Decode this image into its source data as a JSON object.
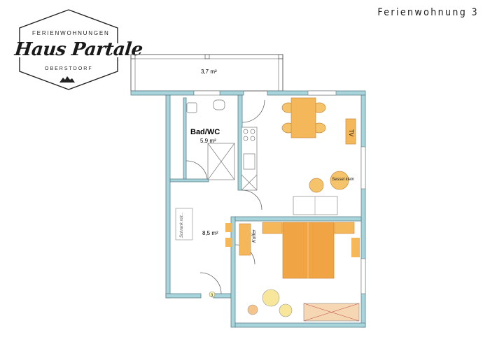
{
  "header": {
    "title": "Ferienwohnung 3"
  },
  "logo": {
    "top_text": "FERIENWOHNUNGEN",
    "main_text": "Haus Partale",
    "bottom_text": "OBERSTDORF",
    "icon": "mountain-icon"
  },
  "floorplan": {
    "balcony": {
      "area": "3,7 m²"
    },
    "bathroom": {
      "name": "Bad/WC",
      "area": "5,9 m²"
    },
    "hallway": {
      "area": "8,5 m²",
      "wardrobe_label": "Schrank mit..."
    },
    "living_room": {
      "tv_label": "TV",
      "chair_label": "Sessel klein"
    },
    "bedroom": {
      "suitcase_label": "Koffer"
    },
    "entrance_marker": "3",
    "colors": {
      "wall": "#a8d4dc",
      "wall_line": "#5a7f89",
      "furniture": "#f2b24a",
      "furniture_dark": "#e88a2c",
      "outline": "#555555"
    }
  }
}
